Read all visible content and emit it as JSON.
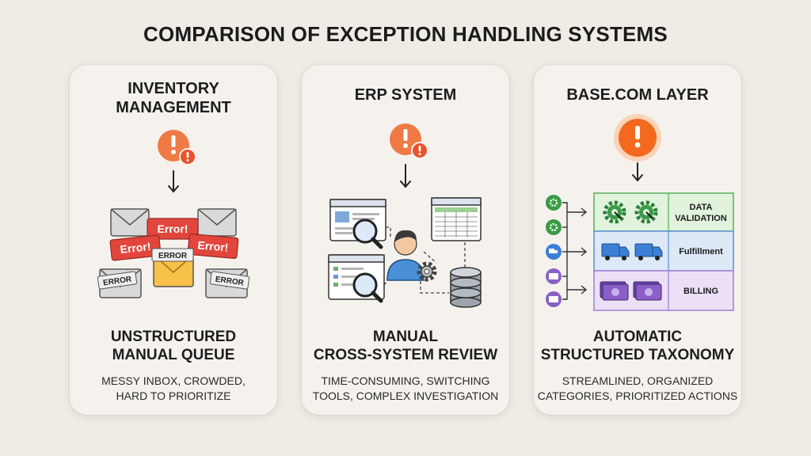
{
  "title": "COMPARISON OF EXCEPTION HANDLING SYSTEMS",
  "cards": [
    {
      "heading_line1": "INVENTORY",
      "heading_line2": "MANAGEMENT",
      "error_labels": [
        "Error!",
        "Error!",
        "Error!",
        "ERROR",
        "ERROR",
        "ERROR"
      ],
      "sub_line1": "UNSTRUCTURED",
      "sub_line2": "MANUAL QUEUE",
      "desc_line1": "MESSY INBOX, CROWDED,",
      "desc_line2": "HARD TO PRIORITIZE"
    },
    {
      "heading_line1": "ERP SYSTEM",
      "sub_line1": "MANUAL",
      "sub_line2": "CROSS-SYSTEM REVIEW",
      "desc_line1": "TIME-CONSUMING, SWITCHING",
      "desc_line2": "TOOLS, COMPLEX INVESTIGATION"
    },
    {
      "heading_line1": "BASE.COM LAYER",
      "categories": [
        "DATA VALIDATION",
        "Fulfillment",
        "BILLING"
      ],
      "category_line1": "DATA",
      "category_line2": "VALIDATION",
      "sub_line1": "AUTOMATIC",
      "sub_line2": "STRUCTURED TAXONOMY",
      "desc_line1": "STREAMLINED, ORGANIZED",
      "desc_line2": "CATEGORIES, PRIORITIZED ACTIONS"
    }
  ],
  "colors": {
    "alert_orange": "#f0713a",
    "error_red": "#e2453c",
    "validation_green": "#3a9a46",
    "fulfillment_blue": "#3b7fd6",
    "billing_purple": "#8a5fc8"
  },
  "icons": [
    "alert-icon",
    "arrow-down-icon",
    "envelope-icon",
    "magnifier-icon",
    "user-icon",
    "gear-icon",
    "database-icon",
    "spreadsheet-icon",
    "truck-icon",
    "money-icon"
  ]
}
